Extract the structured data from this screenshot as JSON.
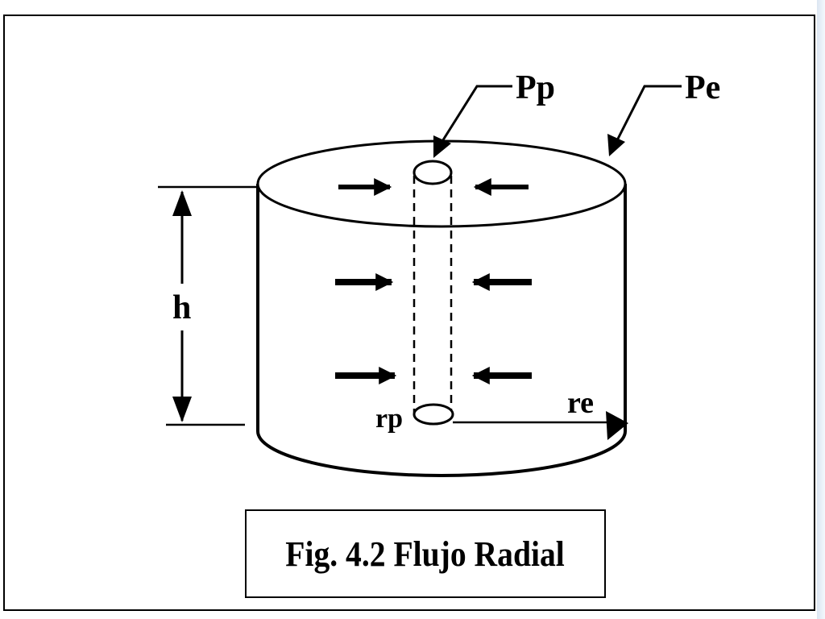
{
  "labels": {
    "pp": "Pp",
    "pe": "Pe",
    "h": "h",
    "rp": "rp",
    "re": "re"
  },
  "caption": "Fig. 4.2 Flujo Radial",
  "colors": {
    "ink": "#000000",
    "background": "#ffffff",
    "edge_strip": "#dbe6f2"
  }
}
